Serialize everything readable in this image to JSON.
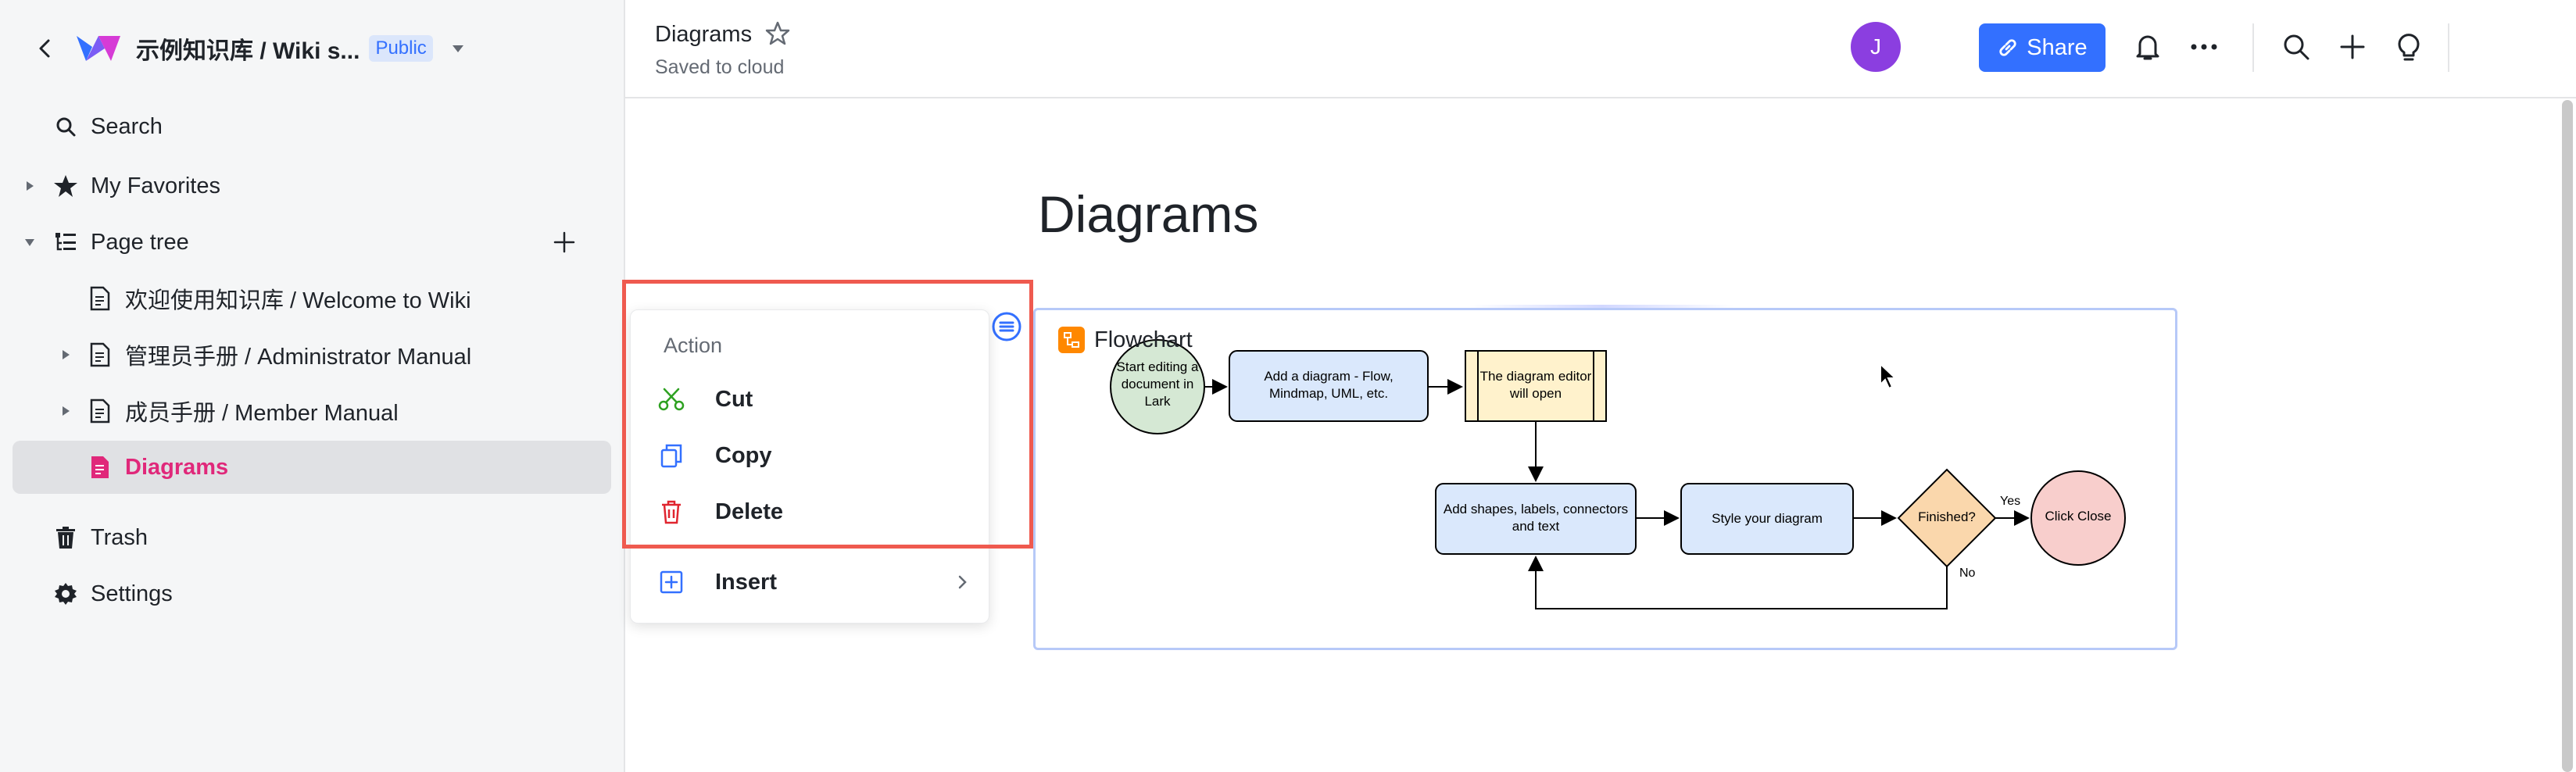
{
  "sidebar": {
    "wiki_title": "示例知识库 / Wiki s...",
    "badge": "Public",
    "search_label": "Search",
    "favorites_label": "My Favorites",
    "page_tree_label": "Page tree",
    "pages": [
      {
        "label": "欢迎使用知识库 / Welcome to Wiki"
      },
      {
        "label": "管理员手册 / Administrator Manual"
      },
      {
        "label": "成员手册 / Member Manual"
      },
      {
        "label": "Diagrams"
      }
    ],
    "trash_label": "Trash",
    "settings_label": "Settings"
  },
  "header": {
    "doc_title": "Diagrams",
    "status": "Saved to cloud",
    "share_label": "Share",
    "avatar_initial": "J"
  },
  "main": {
    "page_title": "Diagrams",
    "block_label": "Flowchart"
  },
  "context_menu": {
    "heading": "Action",
    "items": [
      {
        "label": "Cut",
        "icon": "scissors-icon"
      },
      {
        "label": "Copy",
        "icon": "copy-icon"
      },
      {
        "label": "Delete",
        "icon": "trash-icon"
      },
      {
        "label": "Insert",
        "icon": "insert-icon"
      }
    ]
  },
  "flowchart": {
    "start": "Start editing a document in Lark",
    "step1": "Add a diagram - Flow, Mindmap, UML, etc.",
    "step2": "The diagram editor will open",
    "step3": "Add shapes, labels, connectors and text",
    "step4": "Style your diagram",
    "decision": "Finished?",
    "yes": "Yes",
    "no": "No",
    "end": "Click Close"
  },
  "colors": {
    "accent": "#3370ff",
    "active_page": "#e0287a",
    "highlight": "#ef5a4f",
    "avatar": "#8b3ee0"
  }
}
